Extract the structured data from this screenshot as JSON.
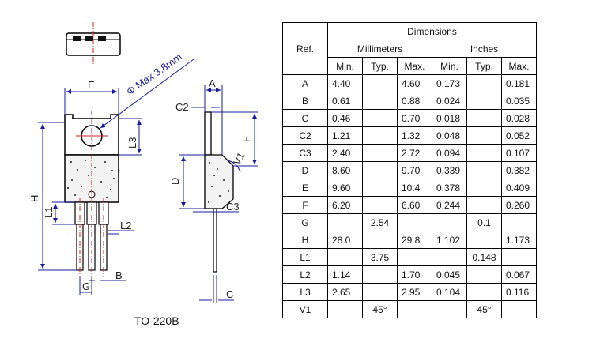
{
  "package": {
    "name": "TO-220B",
    "diameter_label": "Φ Max 3.8mm",
    "labels": [
      "E",
      "A",
      "C2",
      "F",
      "L3",
      "D",
      "V1",
      "H",
      "L1",
      "C3",
      "L2",
      "B",
      "G",
      "C"
    ]
  },
  "table": {
    "ref_header": "Ref.",
    "group_header": "Dimensions",
    "units": [
      "Millimeters",
      "Inches"
    ],
    "sub_headers": [
      "Min.",
      "Typ.",
      "Max.",
      "Min.",
      "Typ.",
      "Max."
    ],
    "rows": [
      {
        "ref": "A",
        "mm_min": "4.40",
        "mm_typ": "",
        "mm_max": "4.60",
        "in_min": "0.173",
        "in_typ": "",
        "in_max": "0.181"
      },
      {
        "ref": "B",
        "mm_min": "0.61",
        "mm_typ": "",
        "mm_max": "0.88",
        "in_min": "0.024",
        "in_typ": "",
        "in_max": "0.035"
      },
      {
        "ref": "C",
        "mm_min": "0.46",
        "mm_typ": "",
        "mm_max": "0.70",
        "in_min": "0.018",
        "in_typ": "",
        "in_max": "0.028"
      },
      {
        "ref": "C2",
        "mm_min": "1.21",
        "mm_typ": "",
        "mm_max": "1.32",
        "in_min": "0.048",
        "in_typ": "",
        "in_max": "0.052"
      },
      {
        "ref": "C3",
        "mm_min": "2.40",
        "mm_typ": "",
        "mm_max": "2.72",
        "in_min": "0.094",
        "in_typ": "",
        "in_max": "0.107"
      },
      {
        "ref": "D",
        "mm_min": "8.60",
        "mm_typ": "",
        "mm_max": "9.70",
        "in_min": "0.339",
        "in_typ": "",
        "in_max": "0.382"
      },
      {
        "ref": "E",
        "mm_min": "9.60",
        "mm_typ": "",
        "mm_max": "10.4",
        "in_min": "0.378",
        "in_typ": "",
        "in_max": "0.409"
      },
      {
        "ref": "F",
        "mm_min": "6.20",
        "mm_typ": "",
        "mm_max": "6.60",
        "in_min": "0.244",
        "in_typ": "",
        "in_max": "0.260"
      },
      {
        "ref": "G",
        "mm_min": "",
        "mm_typ": "2.54",
        "mm_max": "",
        "in_min": "",
        "in_typ": "0.1",
        "in_max": ""
      },
      {
        "ref": "H",
        "mm_min": "28.0",
        "mm_typ": "",
        "mm_max": "29.8",
        "in_min": "1.102",
        "in_typ": "",
        "in_max": "1.173"
      },
      {
        "ref": "L1",
        "mm_min": "",
        "mm_typ": "3.75",
        "mm_max": "",
        "in_min": "",
        "in_typ": "0.148",
        "in_max": ""
      },
      {
        "ref": "L2",
        "mm_min": "1.14",
        "mm_typ": "",
        "mm_max": "1.70",
        "in_min": "0.045",
        "in_typ": "",
        "in_max": "0.067"
      },
      {
        "ref": "L3",
        "mm_min": "2.65",
        "mm_typ": "",
        "mm_max": "2.95",
        "in_min": "0.104",
        "in_typ": "",
        "in_max": "0.116"
      },
      {
        "ref": "V1",
        "mm_min": "",
        "mm_typ": "45°",
        "mm_max": "",
        "in_min": "",
        "in_typ": "45°",
        "in_max": ""
      }
    ]
  }
}
